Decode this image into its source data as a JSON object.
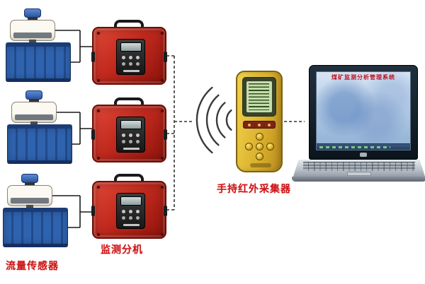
{
  "labels": {
    "flow_sensor": "流量传感器",
    "monitor_unit": "监测分机",
    "handheld_collector": "手持红外采集器"
  },
  "laptop": {
    "screen_title": "煤矿监测分析管理系统"
  },
  "colors": {
    "label_red": "#cf1515",
    "monitor_box_red": "#c22a1e",
    "handheld_yellow": "#e3bc35",
    "sensor_tank_blue": "#2f63ae",
    "lcd_green": "#c6dcab",
    "laptop_screen_blue": "#a9c4e0"
  },
  "icons": {
    "wireless_signal": "signal-arcs"
  }
}
